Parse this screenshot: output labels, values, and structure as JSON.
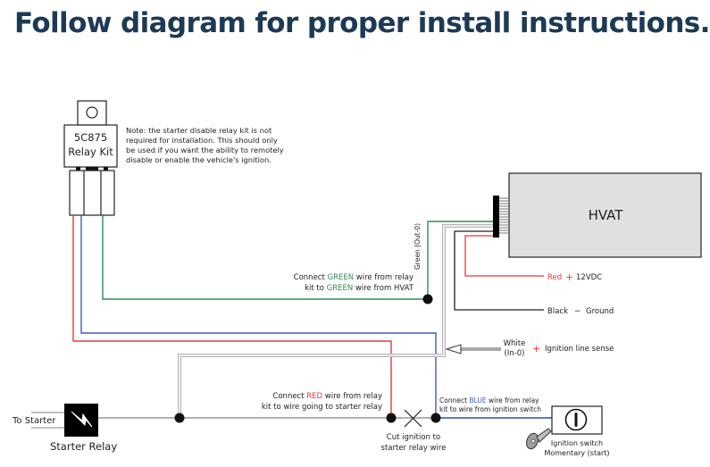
{
  "title": "Follow diagram for proper install instructions.",
  "relay_kit": {
    "line1": "5C875",
    "line2": "Relay Kit",
    "note": [
      "Note: the starter disable relay kit is not",
      "required for installation. This should only",
      "be used if you want the ability to remotely",
      "disable or enable the vehicle's ignition."
    ]
  },
  "hvat": {
    "label": "HVAT"
  },
  "wires": {
    "green_out": "Green (Out-0)",
    "red_label": "Red",
    "red_value": "12VDC",
    "black_label": "Black",
    "black_value": "Ground",
    "white_label_1": "White",
    "white_label_2": "(In-0)",
    "white_value": "Ignition line sense",
    "plus": "+",
    "minus": "−"
  },
  "callouts": {
    "green": {
      "pre": "Connect ",
      "color_word": "GREEN",
      "mid": " wire from relay",
      "line2_pre": "kit to ",
      "line2_color": "GREEN",
      "line2_post": " wire from HVAT"
    },
    "red": {
      "pre": "Connect ",
      "color_word": "RED",
      "mid": " wire from relay",
      "line2": "kit to wire going to starter relay"
    },
    "blue": {
      "pre": "Connect ",
      "color_word": "BLUE",
      "mid": " wire from relay",
      "line2": "kit to wire from ignition switch"
    },
    "cut": [
      "Cut ignition to",
      "starter relay wire"
    ]
  },
  "starter": {
    "to_label": "To Starter",
    "relay_label": "Starter Relay"
  },
  "ignition": {
    "line1": "Ignition switch",
    "line2": "Momentary (start)"
  },
  "colors": {
    "title": "#1d3a55",
    "green": "#2e8b57",
    "red": "#e53935",
    "blue": "#3f5fb5",
    "black": "#222222",
    "white_wire": "#bdbdbd",
    "hvat_fill": "#e0e0e0"
  }
}
